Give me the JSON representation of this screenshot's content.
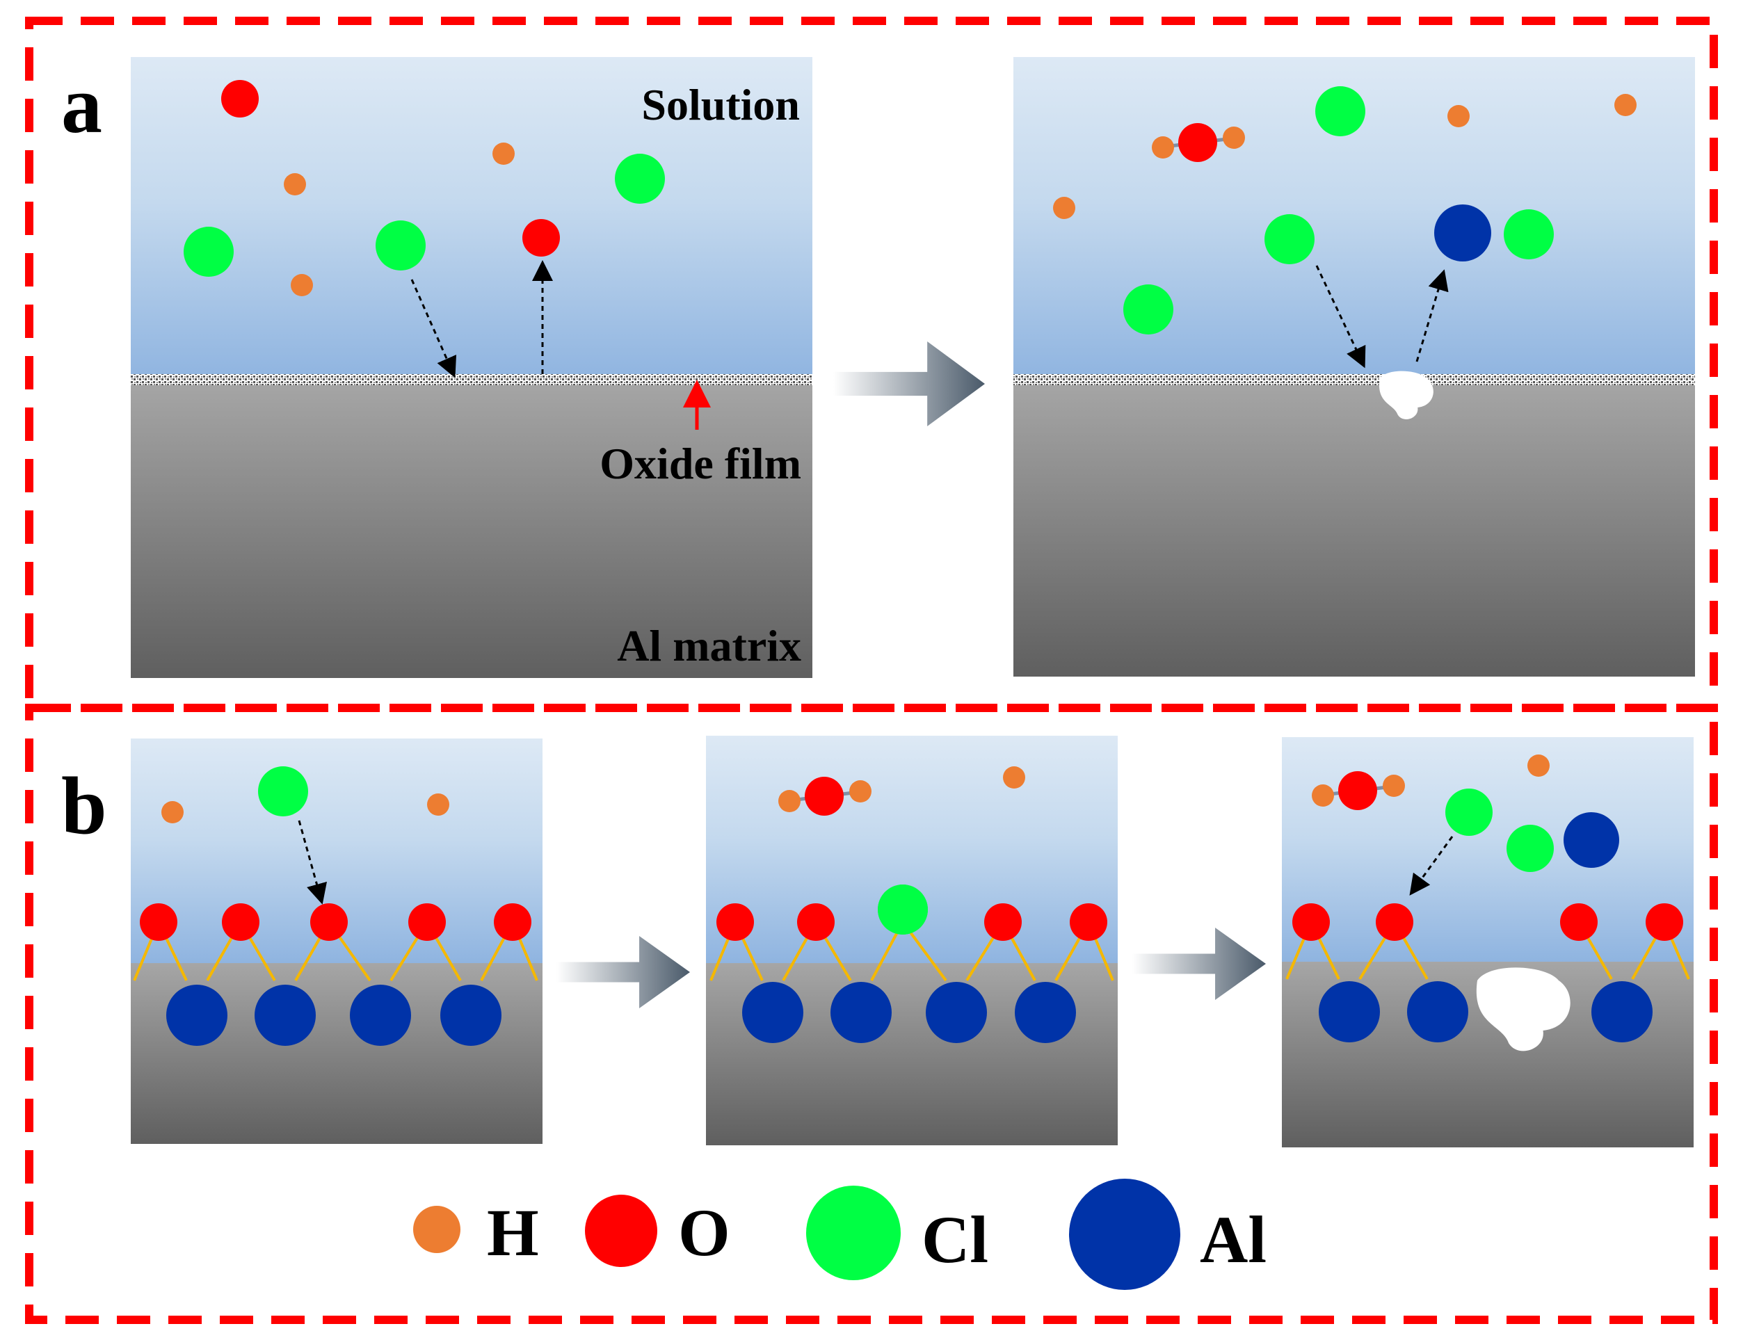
{
  "colors": {
    "frame": "#ff0000",
    "hydrogen": "#ed7d31",
    "oxygen": "#ff0000",
    "chlorine": "#00ff44",
    "aluminum": "#0033a8",
    "bond": "#f5b800",
    "solution_top": "#dde9f5",
    "solution_bottom": "#8fb4e0",
    "matrix_top": "#a6a6a6",
    "matrix_bottom": "#5f5f5f",
    "arrow": "#4a5a6a"
  },
  "panel_a": {
    "letter": "a",
    "solution_label": "Solution",
    "oxide_label": "Oxide film",
    "matrix_label": "Al matrix"
  },
  "panel_b": {
    "letter": "b"
  },
  "legend": {
    "items": [
      {
        "label": "H",
        "element": "hydrogen"
      },
      {
        "label": "O",
        "element": "oxygen"
      },
      {
        "label": "Cl",
        "element": "chlorine"
      },
      {
        "label": "Al",
        "element": "aluminum"
      }
    ]
  }
}
